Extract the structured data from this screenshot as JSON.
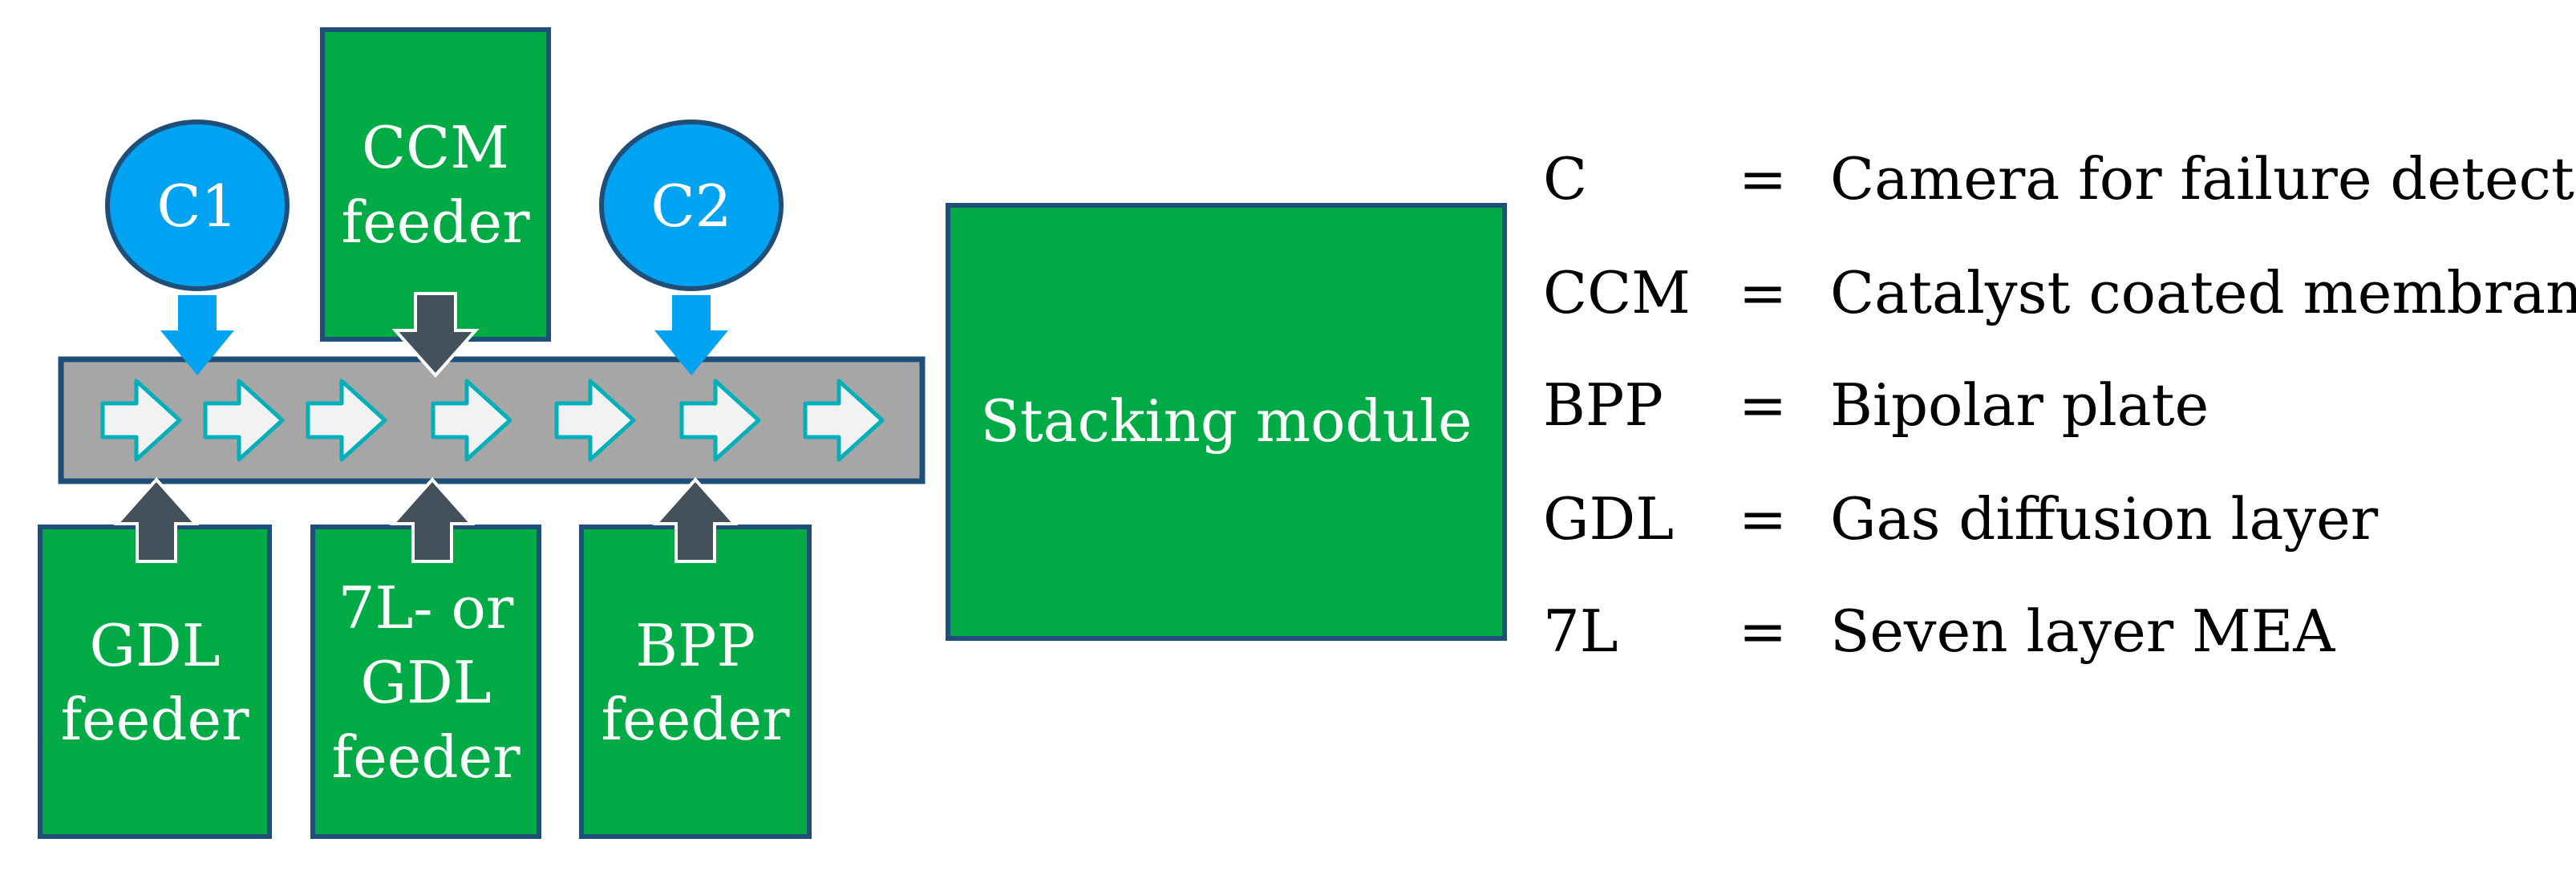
{
  "colors": {
    "module_fill": "#00ab45",
    "module_stroke": "#1f4e79",
    "conveyor_fill": "#a6a6a6",
    "conveyor_stroke": "#1f4e79",
    "camera_fill": "#00a2f2",
    "camera_arrow": "#00a2f2",
    "feeder_arrow": "#44505a",
    "conveyor_arrow_fill": "#f2f2f2",
    "conveyor_arrow_stroke": "#00b0b8"
  },
  "cameras": [
    {
      "id": "c1",
      "label": "C1"
    },
    {
      "id": "c2",
      "label": "C2"
    }
  ],
  "feeders": {
    "top": {
      "line1": "CCM",
      "line2": "feeder"
    },
    "bottom": [
      {
        "lines": [
          "GDL",
          "feeder"
        ]
      },
      {
        "lines": [
          "7L- or",
          "GDL",
          "feeder"
        ]
      },
      {
        "lines": [
          "BPP",
          "feeder"
        ]
      }
    ]
  },
  "stacking_module": {
    "label": "Stacking module"
  },
  "legend": [
    {
      "abbr": "C",
      "eq": "=",
      "desc": "Camera for failure detection"
    },
    {
      "abbr": "CCM",
      "eq": "=",
      "desc": "Catalyst coated membrane"
    },
    {
      "abbr": "BPP",
      "eq": "=",
      "desc": "Bipolar plate"
    },
    {
      "abbr": "GDL",
      "eq": "=",
      "desc": "Gas diffusion layer"
    },
    {
      "abbr": "7L",
      "eq": "=",
      "desc": "Seven layer MEA"
    }
  ]
}
